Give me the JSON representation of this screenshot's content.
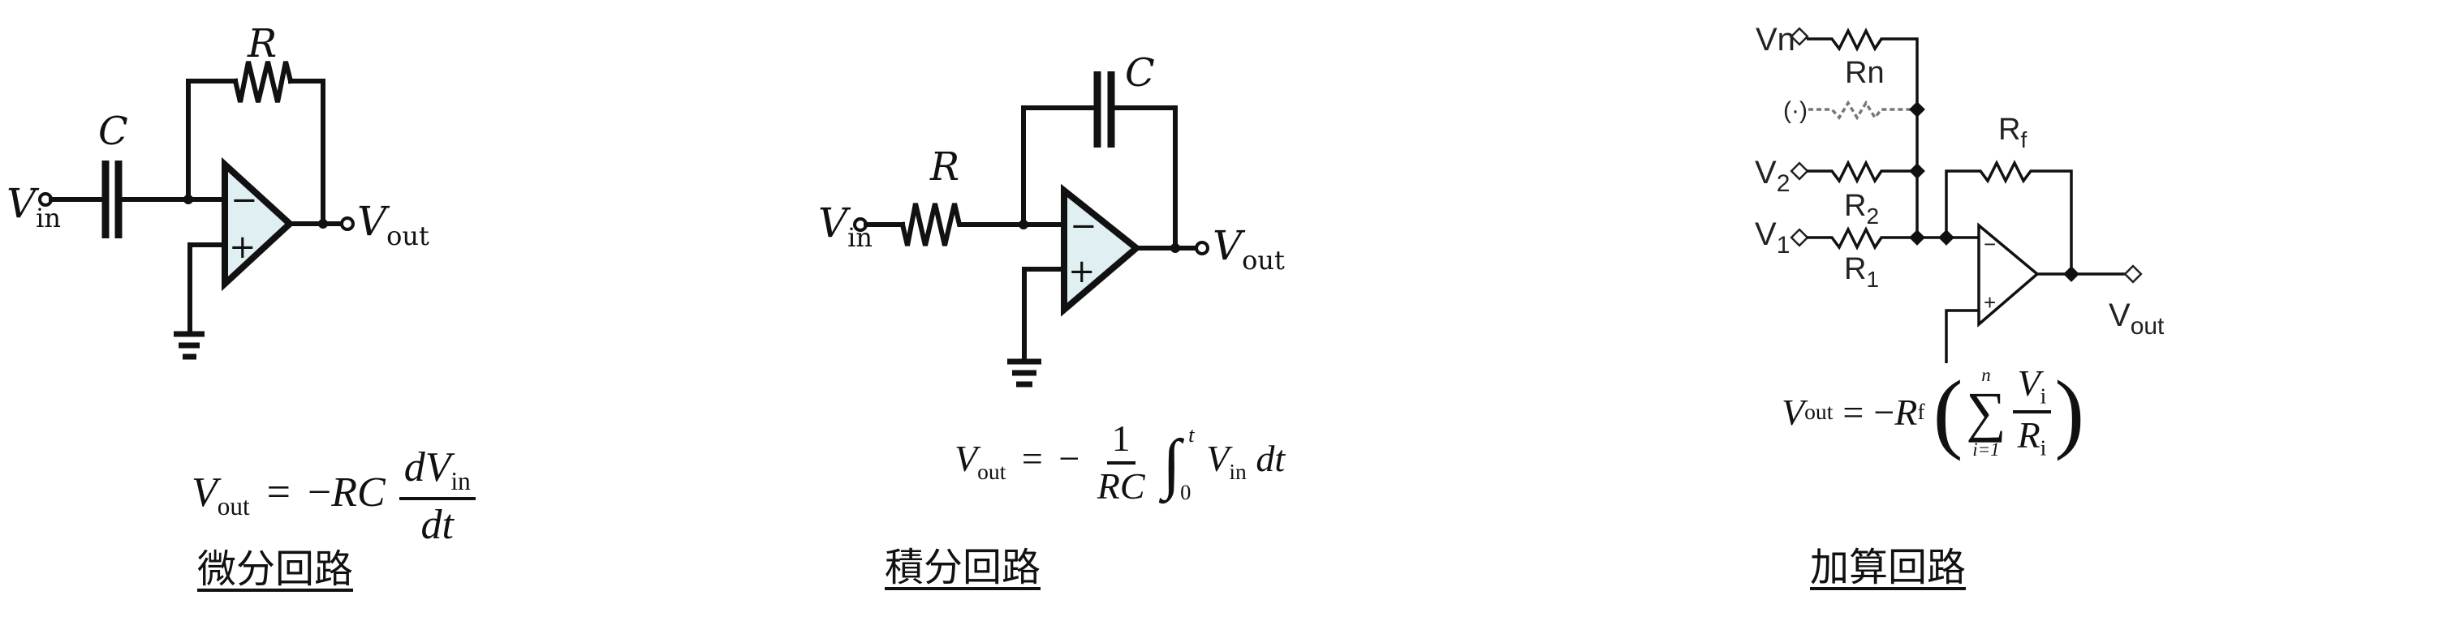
{
  "colors": {
    "opamp_fill": "#e0eff1",
    "line": "#111111",
    "background": "#ffffff"
  },
  "differentiator": {
    "input_label": "V",
    "input_sub": "in",
    "output_label": "V",
    "output_sub": "out",
    "capacitor_label": "C",
    "resistor_label": "R",
    "inverting_sign": "−",
    "noninverting_sign": "+",
    "formula": {
      "lhs": "V",
      "lhs_sub": "out",
      "eq": "=",
      "minus": "−",
      "coeff": "RC",
      "num": "dV",
      "num_sub": "in",
      "den": "dt"
    },
    "caption": "微分回路"
  },
  "integrator": {
    "input_label": "V",
    "input_sub": "in",
    "output_label": "V",
    "output_sub": "out",
    "capacitor_label": "C",
    "resistor_label": "R",
    "inverting_sign": "−",
    "noninverting_sign": "+",
    "formula": {
      "lhs": "V",
      "lhs_sub": "out",
      "eq": "=",
      "minus": "−",
      "num": "1",
      "den": "RC",
      "integral": "∫",
      "upper": "t",
      "lower": "0",
      "integrand": "V",
      "integrand_sub": "in",
      "dt": "dt"
    },
    "caption": "積分回路"
  },
  "summing": {
    "inputs": [
      {
        "label": "Vn",
        "resistor": "Rn"
      },
      {
        "label": "V",
        "sub": "2",
        "resistor": "R",
        "resistor_sub": "2"
      },
      {
        "label": "V",
        "sub": "1",
        "resistor": "R",
        "resistor_sub": "1"
      }
    ],
    "feedback_resistor": "R",
    "feedback_sub": "f",
    "output_label": "V",
    "output_sub": "out",
    "inverting_sign": "−",
    "noninverting_sign": "+",
    "formula": {
      "lhs": "V",
      "lhs_sub": "out",
      "eq": "=",
      "minus": "−",
      "coeff": "R",
      "coeff_sub": "f",
      "sum": "∑",
      "upper": "n",
      "lower": "i=1",
      "num": "V",
      "num_sub": "i",
      "den": "R",
      "den_sub": "i",
      "lparen": "(",
      "rparen": ")"
    },
    "caption": "加算回路"
  }
}
